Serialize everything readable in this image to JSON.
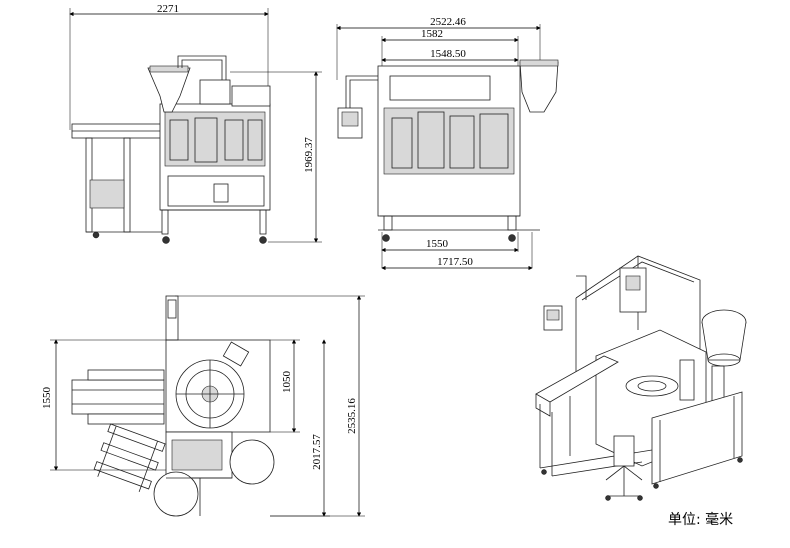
{
  "views": {
    "front": {
      "width_label": "2271",
      "height_label": "1969.37"
    },
    "side": {
      "overall_width_label": "2522.46",
      "width2_label": "1582",
      "width3_label": "1548.50",
      "base_width_label": "1550",
      "footprint_label": "1717.50"
    },
    "top": {
      "left_height_label": "1550",
      "mid_height_label": "1050",
      "lower_height_label": "2017.57",
      "total_height_label": "2535.16"
    }
  },
  "unit_label": "单位: 毫米",
  "colors": {
    "line": "#222222",
    "dimension": "#000000",
    "background": "#ffffff"
  }
}
